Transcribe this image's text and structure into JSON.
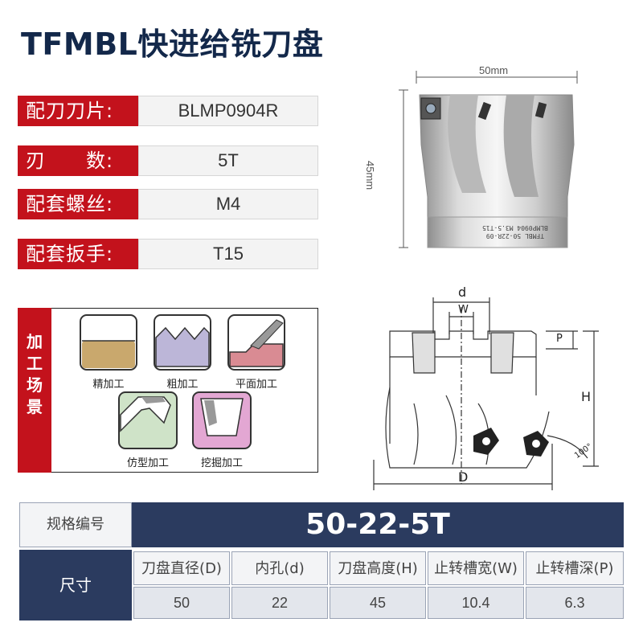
{
  "title": "TFMBL快进给铣刀盘",
  "specs": [
    {
      "label": "配刀刀片:",
      "value": "BLMP0904R"
    },
    {
      "label": "刃　　数:",
      "value": "5T"
    },
    {
      "label": "配套螺丝:",
      "value": "M4"
    },
    {
      "label": "配套扳手:",
      "value": "T15"
    }
  ],
  "photo": {
    "width_dim": "50mm",
    "height_dim": "45mm",
    "engraving": [
      "TFMBL 50-22R-09",
      "BLMP0904 M3.5-T15"
    ]
  },
  "scenes": {
    "side_label": "加工场景",
    "items": [
      "精加工",
      "粗加工",
      "平面加工",
      "仿型加工",
      "挖掘加工"
    ]
  },
  "drawing": {
    "d": "d",
    "w": "W",
    "p": "P",
    "h": "H",
    "D": "D",
    "angle": "100°"
  },
  "table": {
    "model_label": "规格编号",
    "model_value": "50-22-5T",
    "size_label": "尺寸",
    "columns": [
      "刀盘直径(D)",
      "内孔(d)",
      "刀盘高度(H)",
      "止转槽宽(W)",
      "止转槽深(P)"
    ],
    "values": [
      "50",
      "22",
      "45",
      "10.4",
      "6.3"
    ]
  },
  "colors": {
    "accent_red": "#c3121c",
    "navy": "#2b3b5f",
    "title": "#13284a"
  }
}
